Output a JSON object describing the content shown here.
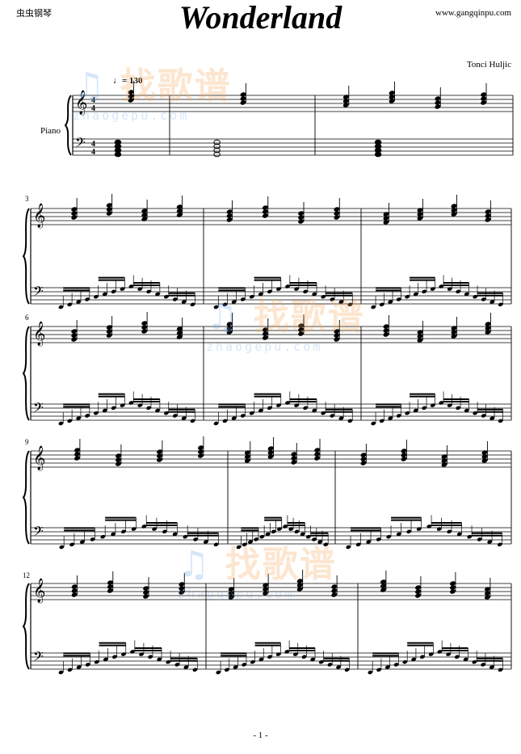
{
  "header": {
    "left_brand": "虫虫钢琴",
    "title": "Wonderland",
    "site_url": "www.gangqinpu.com",
    "composer": "Tonci Huljic",
    "instrument": "Piano",
    "tempo": "♩= 130"
  },
  "watermark": {
    "glyphs": "找歌谱",
    "url": "zhaogepu.com"
  },
  "time_signature": "4/4",
  "systems": [
    {
      "first_measure": "",
      "measures": 3
    },
    {
      "first_measure": "3",
      "measures": 3
    },
    {
      "first_measure": "6",
      "measures": 3
    },
    {
      "first_measure": "9",
      "measures": 3
    },
    {
      "first_measure": "12",
      "measures": 3
    }
  ],
  "footer": {
    "page_number": "- 1 -"
  }
}
